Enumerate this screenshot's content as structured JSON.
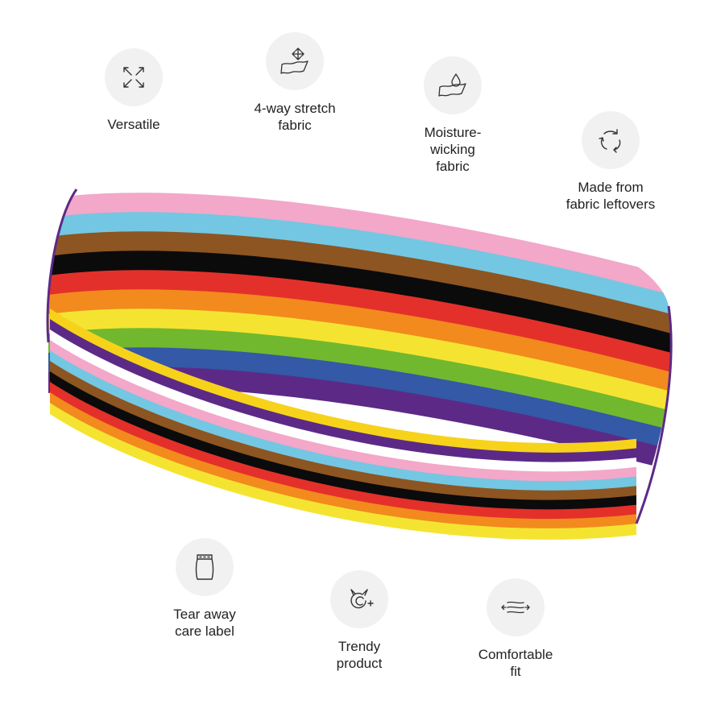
{
  "features": [
    {
      "id": "versatile",
      "icon": "arrows-out-icon",
      "label": "Versatile"
    },
    {
      "id": "stretch",
      "icon": "fabric-stretch-icon",
      "label": "4-way stretch\nfabric"
    },
    {
      "id": "moisture",
      "icon": "water-drop-fabric-icon",
      "label": "Moisture-\nwicking\nfabric"
    },
    {
      "id": "leftovers",
      "icon": "recycle-icon",
      "label": "Made from\nfabric leftovers"
    },
    {
      "id": "care-label",
      "icon": "care-label-icon",
      "label": "Tear away\ncare label"
    },
    {
      "id": "trendy",
      "icon": "trendy-cat-icon",
      "label": "Trendy\nproduct"
    },
    {
      "id": "comfort",
      "icon": "comfort-fit-icon",
      "label": "Comfortable\nfit"
    }
  ],
  "product": {
    "name": "headband",
    "outer_stripes": [
      "#ffffff",
      "#f3a7c9",
      "#73c7e2",
      "#8d5521",
      "#0b0b0b",
      "#e4302a",
      "#f28a1e",
      "#f4e431",
      "#72b82f",
      "#3459a6",
      "#5c2a86"
    ],
    "inner_stripes": [
      "#f7d21b",
      "#5c2a86",
      "#ffffff",
      "#f3a7c9",
      "#73c7e2",
      "#8d5521",
      "#0b0b0b",
      "#e4302a",
      "#f28a1e",
      "#f4e431"
    ]
  }
}
